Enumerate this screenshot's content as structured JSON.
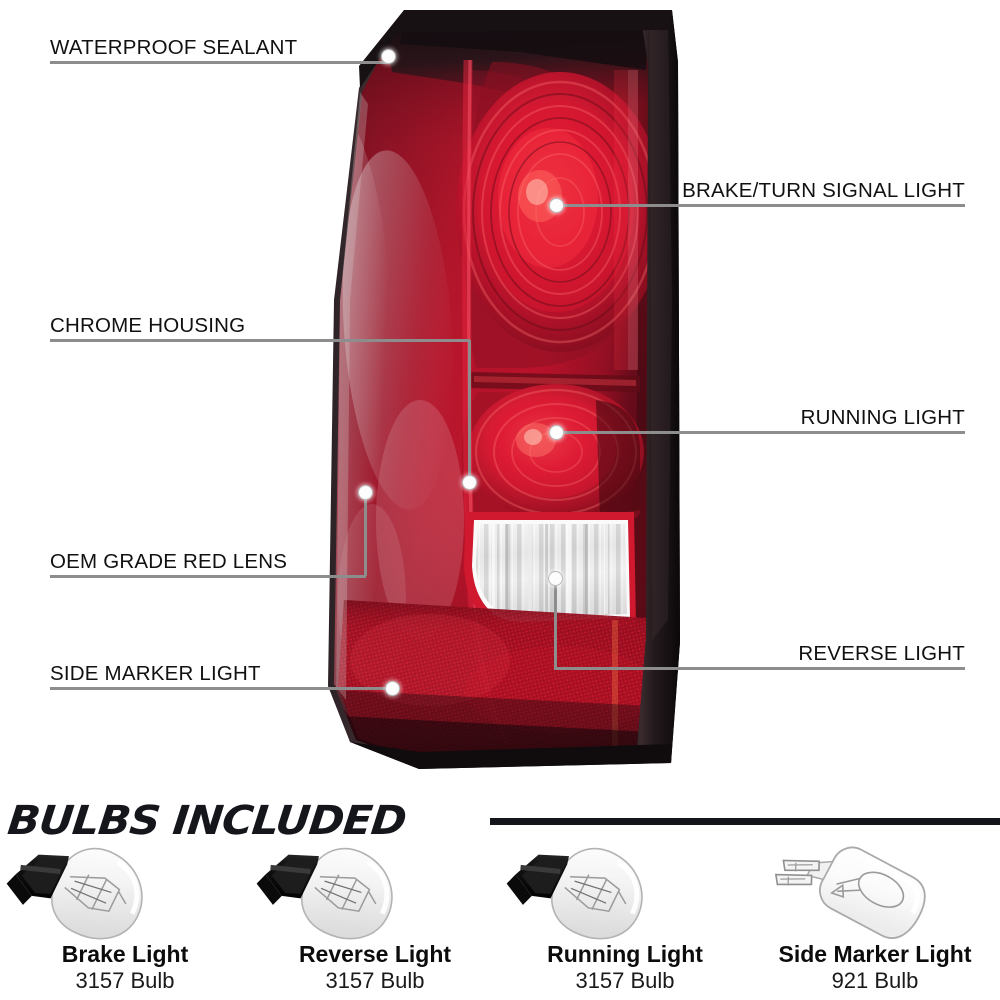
{
  "product": {
    "name": "tail-light-assembly",
    "colors": {
      "lens_red": "#c0122a",
      "lens_red_deep": "#7a0c1c",
      "bezel_black": "#1b1618",
      "reverse_clear": "#e9e9e9",
      "callout_gray": "#8d8d8d",
      "title_black": "#15161c"
    }
  },
  "callouts": [
    {
      "id": "waterproof-sealant",
      "label": "WATERPROOF SEALANT",
      "side": "left"
    },
    {
      "id": "chrome-housing",
      "label": "CHROME HOUSING",
      "side": "left"
    },
    {
      "id": "oem-grade-red-lens",
      "label": "OEM GRADE RED LENS",
      "side": "left"
    },
    {
      "id": "side-marker-light",
      "label": "SIDE MARKER LIGHT",
      "side": "left"
    },
    {
      "id": "brake-turn-signal",
      "label": "BRAKE/TURN SIGNAL LIGHT",
      "side": "right"
    },
    {
      "id": "running-light",
      "label": "RUNNING LIGHT",
      "side": "right"
    },
    {
      "id": "reverse-light",
      "label": "REVERSE LIGHT",
      "side": "right"
    }
  ],
  "bulbs_section": {
    "title": "BULBS INCLUDED",
    "items": [
      {
        "name": "Brake Light",
        "spec": "3157 Bulb",
        "art": "wedge-bulb-3157"
      },
      {
        "name": "Reverse Light",
        "spec": "3157 Bulb",
        "art": "wedge-bulb-3157"
      },
      {
        "name": "Running Light",
        "spec": "3157 Bulb",
        "art": "wedge-bulb-3157"
      },
      {
        "name": "Side Marker Light",
        "spec": "921 Bulb",
        "art": "glass-wedge-bulb-921"
      }
    ]
  }
}
